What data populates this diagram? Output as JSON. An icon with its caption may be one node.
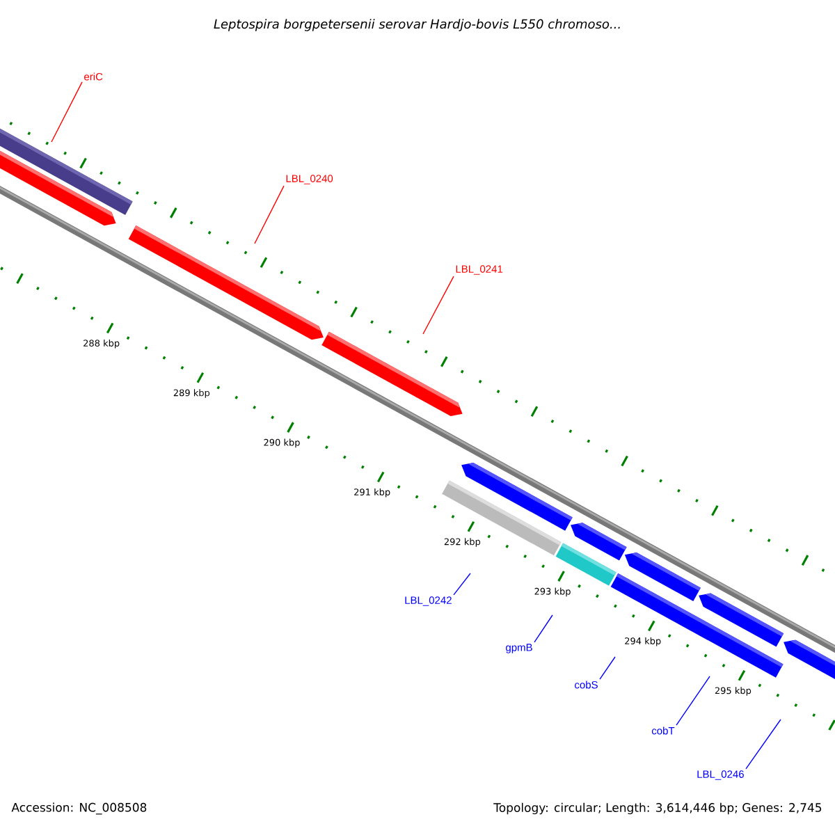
{
  "diagram": {
    "title": "Leptospira borgpetersenii serovar Hardjo-bovis L550 chromoso...",
    "nodes": [
      {
        "text": [
          "eriC"
        ]
      },
      {
        "text": [
          "LBL_0240"
        ]
      },
      {
        "text": [
          "LBL_0241"
        ]
      },
      {
        "text": [
          "LBL_0242"
        ]
      },
      {
        "text": [
          "gpmB"
        ]
      },
      {
        "text": [
          "cobS"
        ]
      },
      {
        "text": [
          "cobT"
        ]
      },
      {
        "text": [
          "LBL_0246"
        ]
      }
    ],
    "edges": [
      {
        "from": 0,
        "to": null,
        "arrow": "none",
        "color": "#ff0000"
      },
      {
        "from": 1,
        "to": null,
        "arrow": "none",
        "color": "#ff0000"
      },
      {
        "from": 2,
        "to": null,
        "arrow": "none",
        "color": "#ff0000"
      },
      {
        "from": 3,
        "to": null,
        "arrow": "none",
        "color": "#0000ff"
      },
      {
        "from": 4,
        "to": null,
        "arrow": "none",
        "color": "#0000ff"
      },
      {
        "from": 5,
        "to": null,
        "arrow": "none",
        "color": "#0000ff"
      },
      {
        "from": 6,
        "to": null,
        "arrow": "none",
        "color": "#0000ff"
      },
      {
        "from": 7,
        "to": null,
        "arrow": "none",
        "color": "#0000ff"
      }
    ],
    "labels": [
      "288 kbp",
      "289 kbp",
      "290 kbp",
      "291 kbp",
      "292 kbp",
      "293 kbp",
      "294 kbp",
      "295 kbp",
      "Accession: NC_008508",
      "Topology: circular; Length: 3,614,446 bp; Genes: 2,745"
    ]
  }
}
